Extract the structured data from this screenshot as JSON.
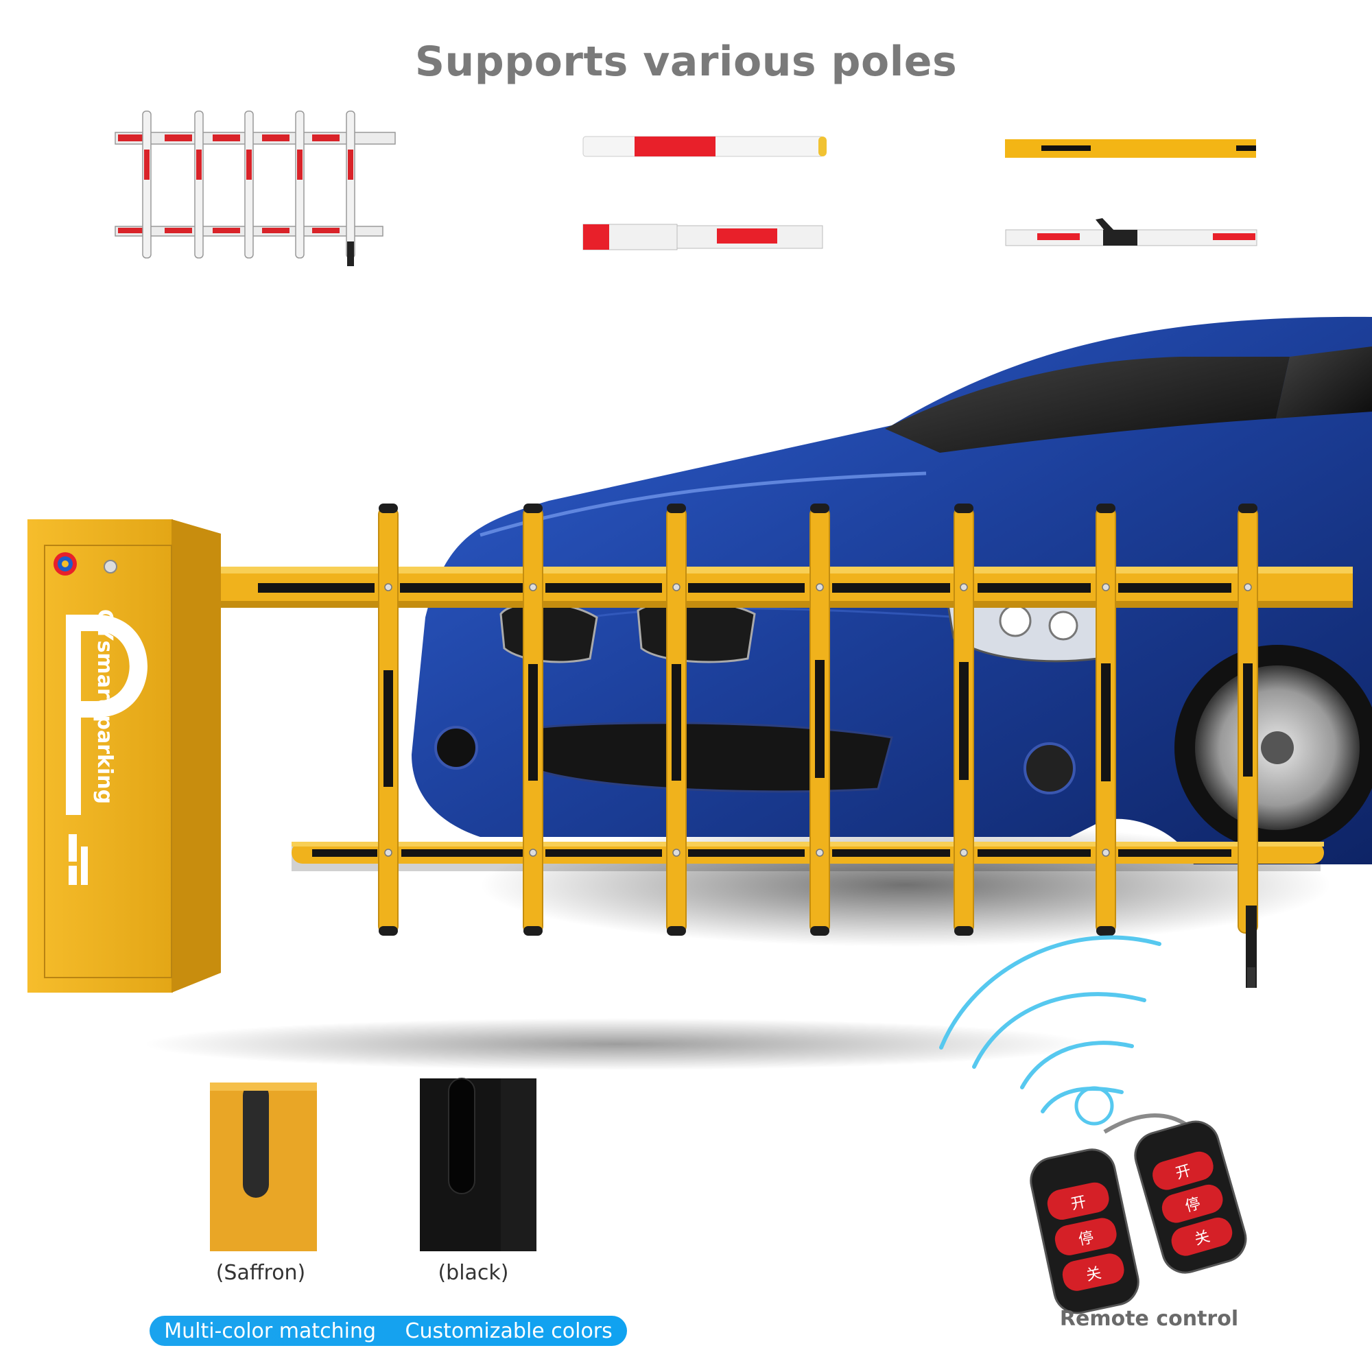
{
  "heading": "Supports various poles",
  "cabinet": {
    "brand_text": "GYsmart parking",
    "letter": "P"
  },
  "color_samples": {
    "saffron_label": "(Saffron)",
    "black_label": "(black)"
  },
  "pill": {
    "left_text": "Multi-color matching",
    "right_text": "Customizable colors"
  },
  "remote": {
    "label": "Remote control",
    "buttons": [
      "开",
      "停",
      "关"
    ]
  },
  "colors": {
    "heading": "#7a7a7a",
    "barrier_yellow": "#f0b21c",
    "pole_red": "#e8202a",
    "car_blue": "#1c3f9a",
    "pill_blue": "#10a2f0",
    "signal_cyan": "#56c8ef"
  }
}
